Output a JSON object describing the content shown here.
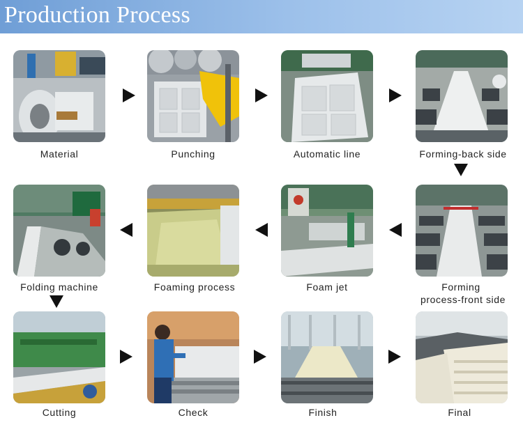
{
  "header": {
    "title": "Production Process"
  },
  "steps": [
    {
      "label": "Material"
    },
    {
      "label": "Punching"
    },
    {
      "label": "Automatic line"
    },
    {
      "label": "Forming-back side"
    },
    {
      "label": "Foam jet"
    },
    {
      "label": "Foaming process"
    },
    {
      "label": "Folding machine"
    },
    {
      "label": "Forming"
    },
    {
      "label": "process-front side"
    },
    {
      "label": "Cutting"
    },
    {
      "label": "Check"
    },
    {
      "label": "Finish"
    },
    {
      "label": "Final"
    }
  ]
}
